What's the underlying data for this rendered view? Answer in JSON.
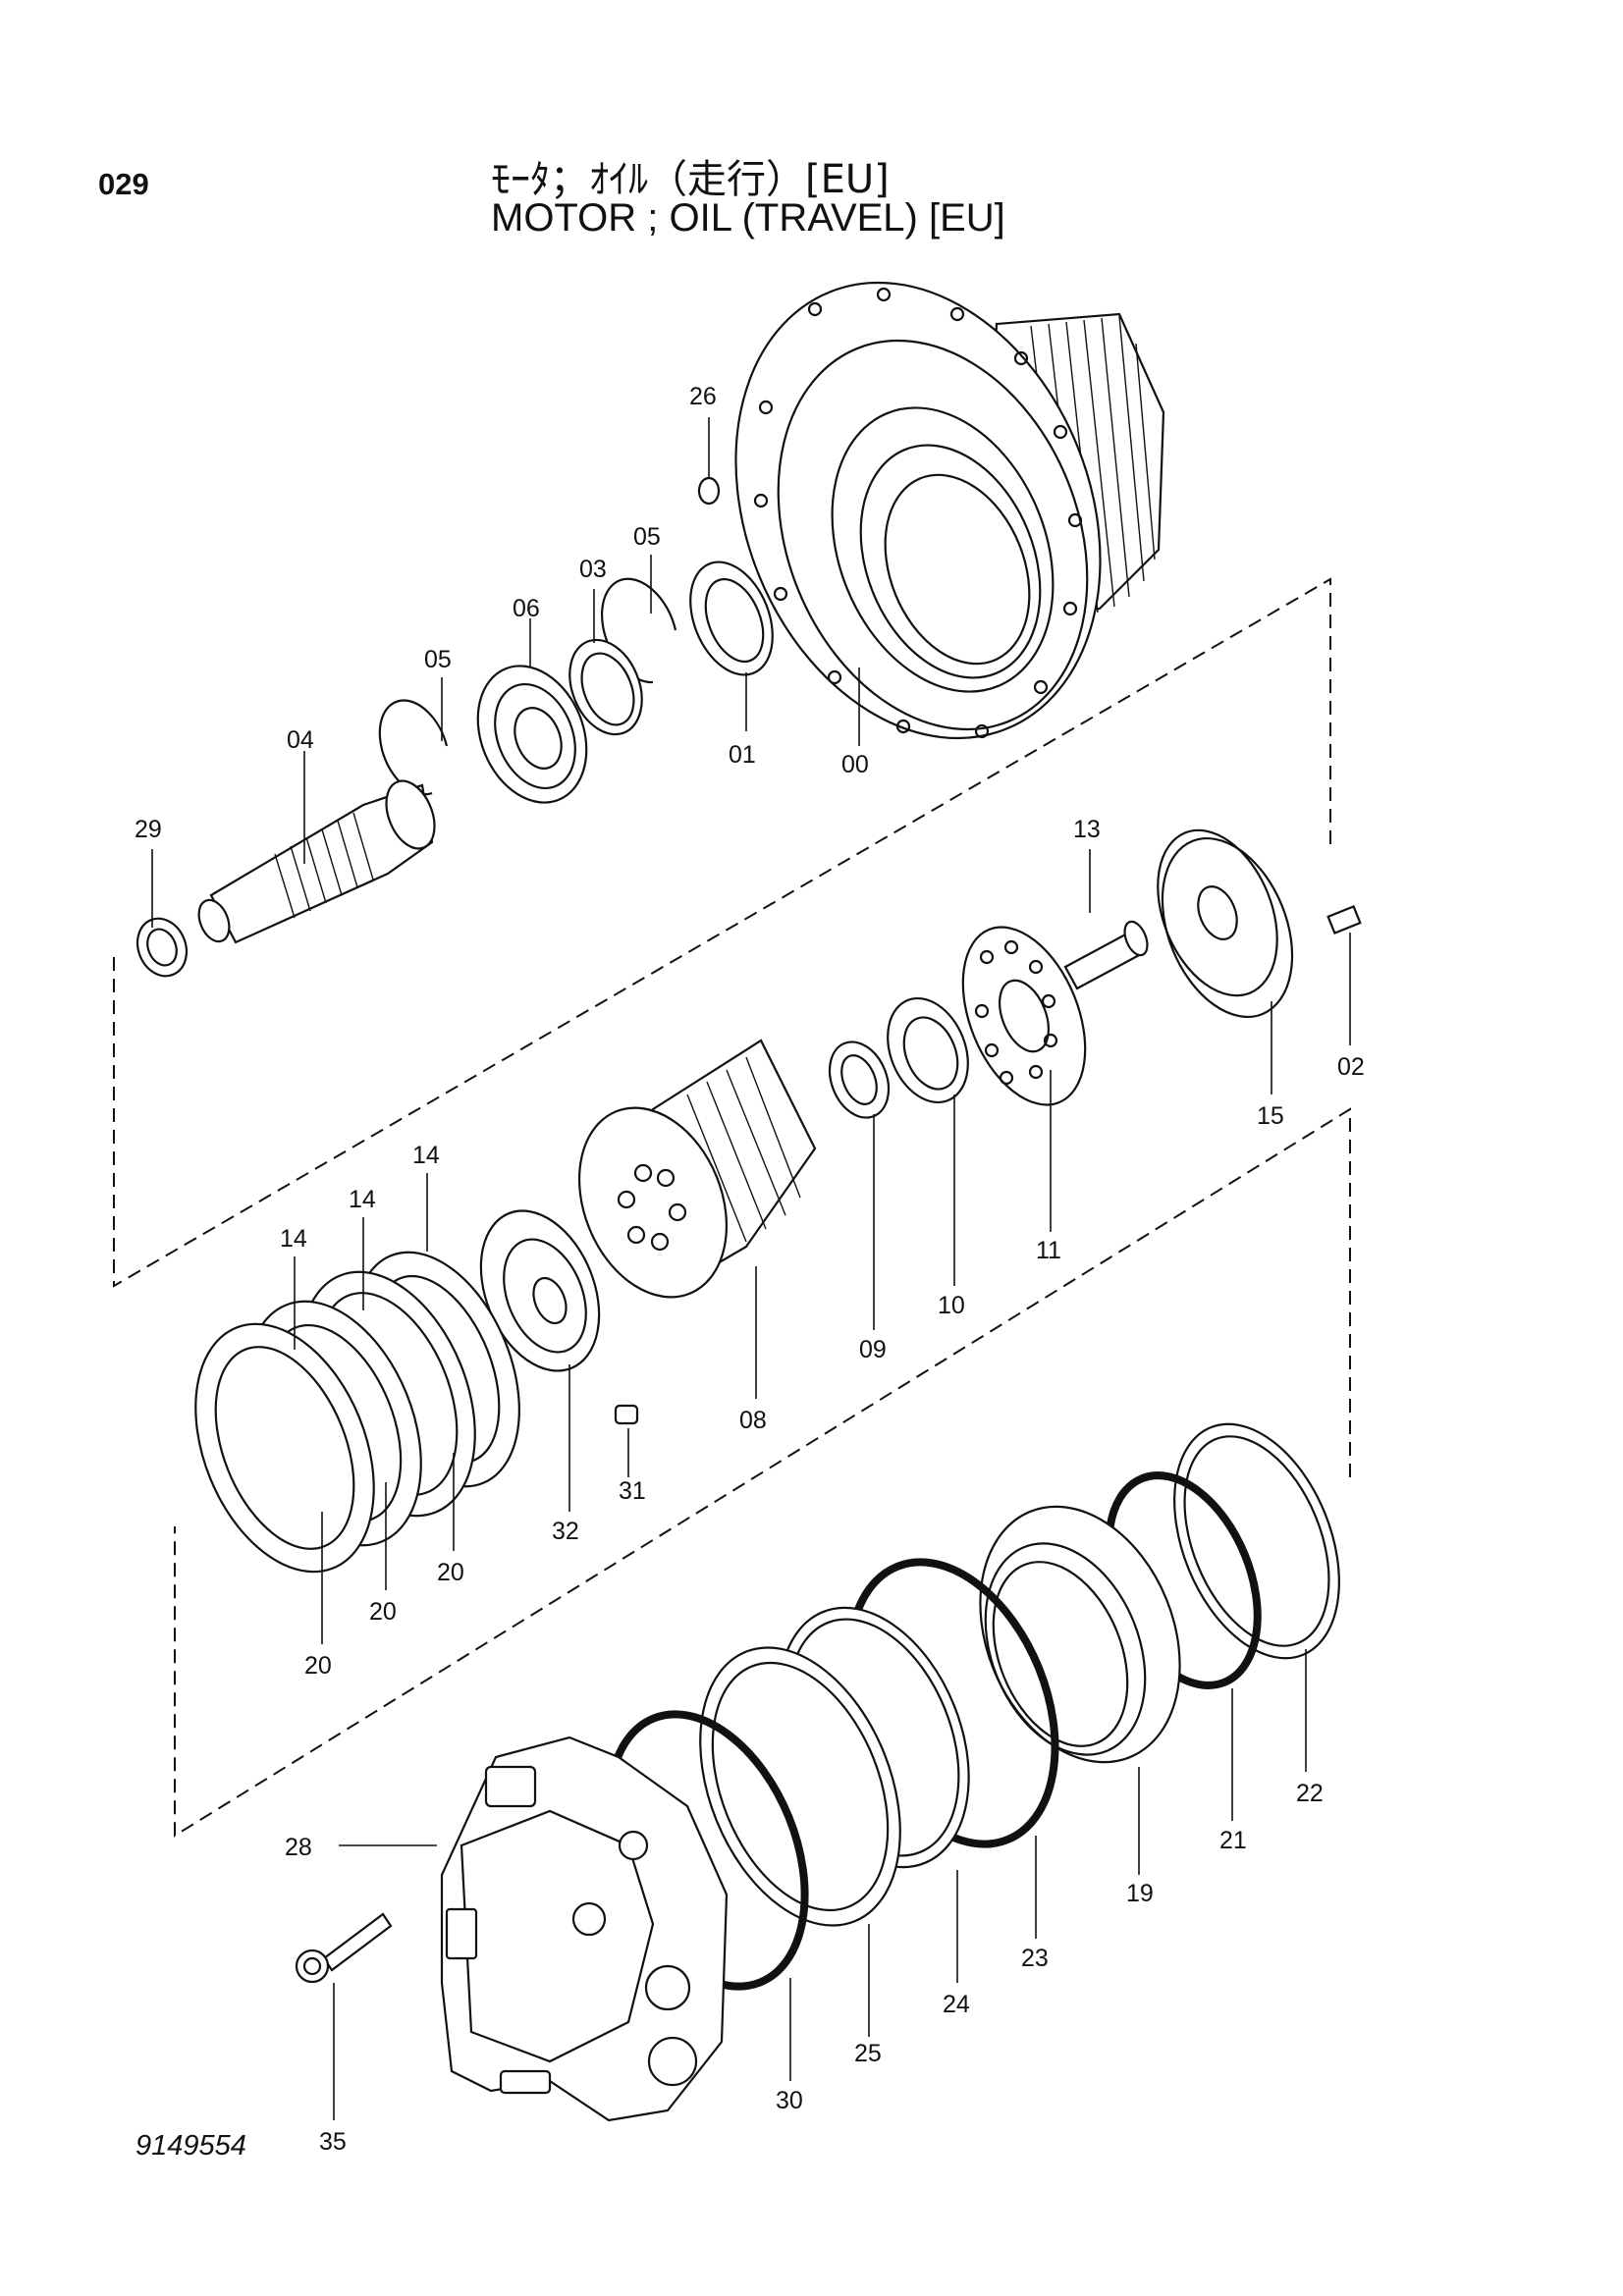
{
  "page": {
    "number": "029",
    "title_jp": "ﾓｰﾀ；ｵｲﾙ（走行）[EU]",
    "title_en": "MOTOR ; OIL (TRAVEL) [EU]",
    "drawing_number": "9149554"
  },
  "callouts": [
    {
      "id": "c26",
      "label": "26"
    },
    {
      "id": "c05a",
      "label": "05"
    },
    {
      "id": "c03",
      "label": "03"
    },
    {
      "id": "c06",
      "label": "06"
    },
    {
      "id": "c05b",
      "label": "05"
    },
    {
      "id": "c04",
      "label": "04"
    },
    {
      "id": "c01",
      "label": "01"
    },
    {
      "id": "c00",
      "label": "00"
    },
    {
      "id": "c29",
      "label": "29"
    },
    {
      "id": "c13",
      "label": "13"
    },
    {
      "id": "c02",
      "label": "02"
    },
    {
      "id": "c15",
      "label": "15"
    },
    {
      "id": "c11",
      "label": "11"
    },
    {
      "id": "c10",
      "label": "10"
    },
    {
      "id": "c09",
      "label": "09"
    },
    {
      "id": "c08",
      "label": "08"
    },
    {
      "id": "c14a",
      "label": "14"
    },
    {
      "id": "c14b",
      "label": "14"
    },
    {
      "id": "c14c",
      "label": "14"
    },
    {
      "id": "c32",
      "label": "32"
    },
    {
      "id": "c31",
      "label": "31"
    },
    {
      "id": "c20a",
      "label": "20"
    },
    {
      "id": "c20b",
      "label": "20"
    },
    {
      "id": "c20c",
      "label": "20"
    },
    {
      "id": "c22",
      "label": "22"
    },
    {
      "id": "c21",
      "label": "21"
    },
    {
      "id": "c19",
      "label": "19"
    },
    {
      "id": "c23",
      "label": "23"
    },
    {
      "id": "c24",
      "label": "24"
    },
    {
      "id": "c25",
      "label": "25"
    },
    {
      "id": "c30",
      "label": "30"
    },
    {
      "id": "c28",
      "label": "28"
    },
    {
      "id": "c35",
      "label": "35"
    }
  ]
}
